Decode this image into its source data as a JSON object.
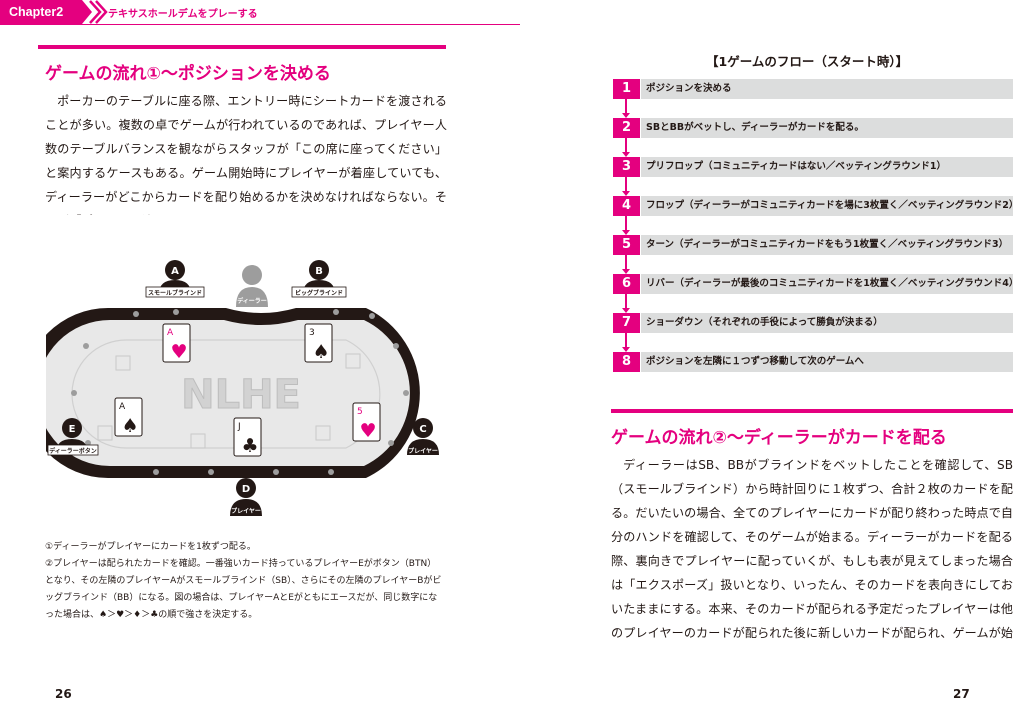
{
  "header": {
    "chapter_label": "Chapter2",
    "chapter_title": "テキサスホールデムをプレーする"
  },
  "left": {
    "section_title": "ゲームの流れ①～ポジションを決める",
    "body": "ポーカーのテーブルに座る際、エントリー時にシートカードを渡されることが多い。複数の卓でゲームが行われているのであれば、プレイヤー人数のテーブルバランスを観ながらスタッフが「この席に座ってください」と案内するケースもある。ゲーム開始時にプレイヤーが着座していても、ディーラーがどこからカードを配り始めるかを決めなければならない。それが「ポジション決め」である。",
    "captions": [
      "①ディーラーがプレイヤーにカードを1枚ずつ配る。",
      "②プレイヤーは配られたカードを確認。一番強いカード持っているプレイヤーEがボタン（BTN）となり、その左隣のプレイヤーAがスモールブラインド（SB）、さらにその左隣のプレイヤーBがビッグブラインド（BB）になる。図の場合は、プレイヤーAとEがともにエースだが、同じ数字になった場合は、♠＞♥＞♦＞♣の順で強さを決定する。"
    ],
    "page_number": "26"
  },
  "diagram": {
    "table_logo": "NLHE",
    "players": [
      {
        "letter": "A",
        "label": "スモールブラインド"
      },
      {
        "letter": "B",
        "label": "ビッグブラインド"
      },
      {
        "letter": "C",
        "label": "プレイヤー"
      },
      {
        "letter": "D",
        "label": "プレイヤー"
      },
      {
        "letter": "E",
        "label": "ディーラーボタン"
      }
    ],
    "dealer_label": "ディーラー",
    "cards": [
      {
        "rank": "A",
        "suit": "♥",
        "color": "#e4007f"
      },
      {
        "rank": "3",
        "suit": "♠",
        "color": "#231815"
      },
      {
        "rank": "A",
        "suit": "♠",
        "color": "#231815"
      },
      {
        "rank": "J",
        "suit": "♣",
        "color": "#231815"
      },
      {
        "rank": "5",
        "suit": "♥",
        "color": "#e4007f"
      }
    ]
  },
  "right": {
    "flow_title": "【1ゲームのフロー（スタート時）】",
    "flow": [
      {
        "num": "1",
        "text": "ポジションを決める"
      },
      {
        "num": "2",
        "text": "SBとBBがベットし、ディーラーがカードを配る。"
      },
      {
        "num": "3",
        "text": "プリフロップ（コミュニティカードはない／ベッティングラウンド1）"
      },
      {
        "num": "4",
        "text": "フロップ（ディーラーがコミュニティカードを場に3枚置く／ベッティングラウンド2）"
      },
      {
        "num": "5",
        "text": "ターン（ディーラーがコミュニティカードをもう1枚置く／ベッティングラウンド3）"
      },
      {
        "num": "6",
        "text": "リバー（ディーラーが最後のコミュニティカードを1枚置く／ベッティングラウンド4）"
      },
      {
        "num": "7",
        "text": "ショーダウン（それぞれの手役によって勝負が決まる）"
      },
      {
        "num": "8",
        "text": "ポジションを左隣に１つずつ移動して次のゲームへ"
      }
    ],
    "section_title": "ゲームの流れ②～ディーラーがカードを配る",
    "body": "ディーラーはSB、BBがブラインドをベットしたことを確認して、SB（スモールブラインド）から時計回りに１枚ずつ、合計２枚のカードを配る。だいたいの場合、全てのプレイヤーにカードが配り終わった時点で自分のハンドを確認して、そのゲームが始まる。ディーラーがカードを配る際、裏向きでプレイヤーに配っていくが、もしも表が見えてしまった場合は「エクスポーズ」扱いとなり、いったん、そのカードを表向きにしておいたままにする。本来、そのカードが配られる予定だったプレイヤーは他のプレイヤーのカードが配られた後に新しいカードが配られ、ゲームが始まる。",
    "page_number": "27"
  },
  "colors": {
    "accent": "#e4007f",
    "bar": "#dcdddd",
    "ink": "#231815"
  }
}
